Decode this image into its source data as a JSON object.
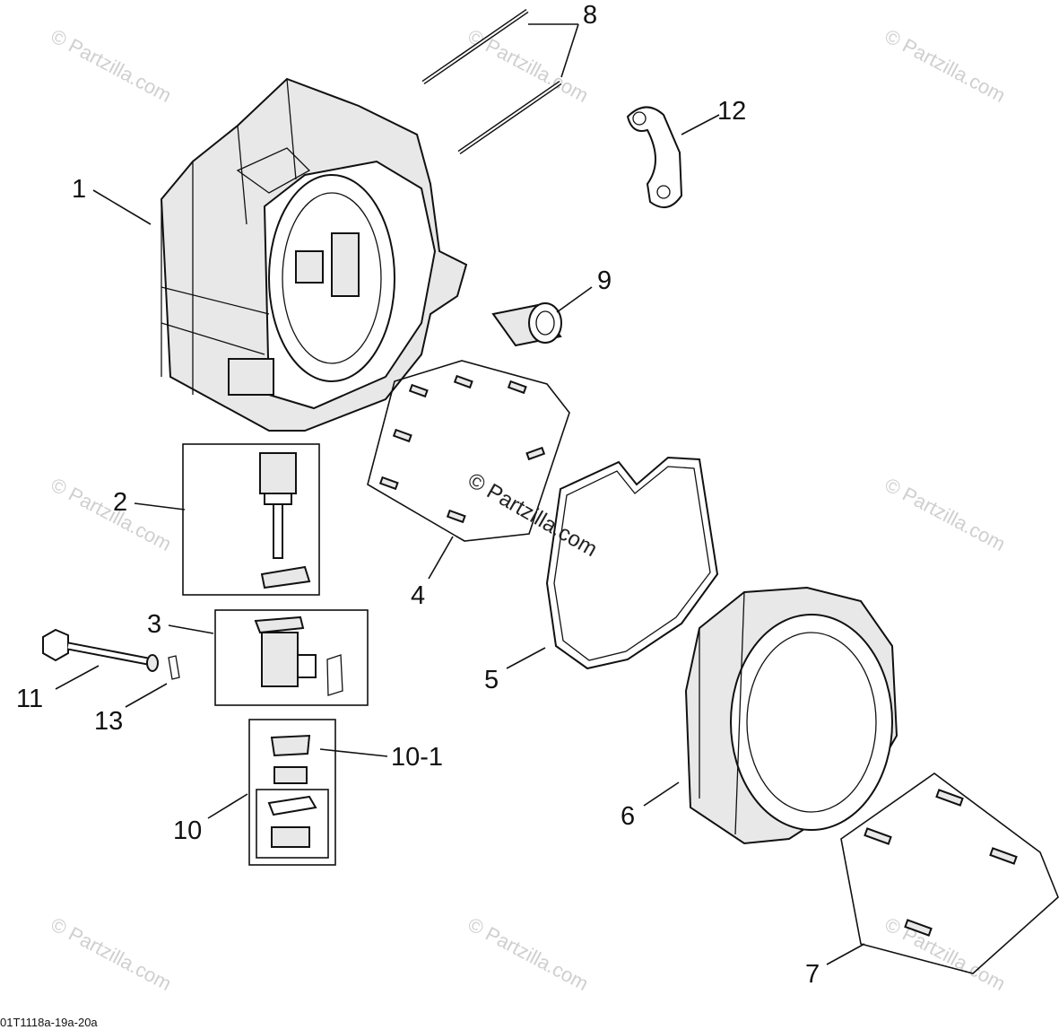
{
  "diagram": {
    "watermark_text": "© Partzilla.com",
    "center_watermark_text": "© Partzilla.com",
    "diagram_code": "01T1118a-19a-20a",
    "callouts": {
      "c1": "1",
      "c2": "2",
      "c3": "3",
      "c4": "4",
      "c5": "5",
      "c6": "6",
      "c7": "7",
      "c8": "8",
      "c9": "9",
      "c10": "10",
      "c10_1": "10-1",
      "c11": "11",
      "c12": "12",
      "c13": "13"
    }
  }
}
